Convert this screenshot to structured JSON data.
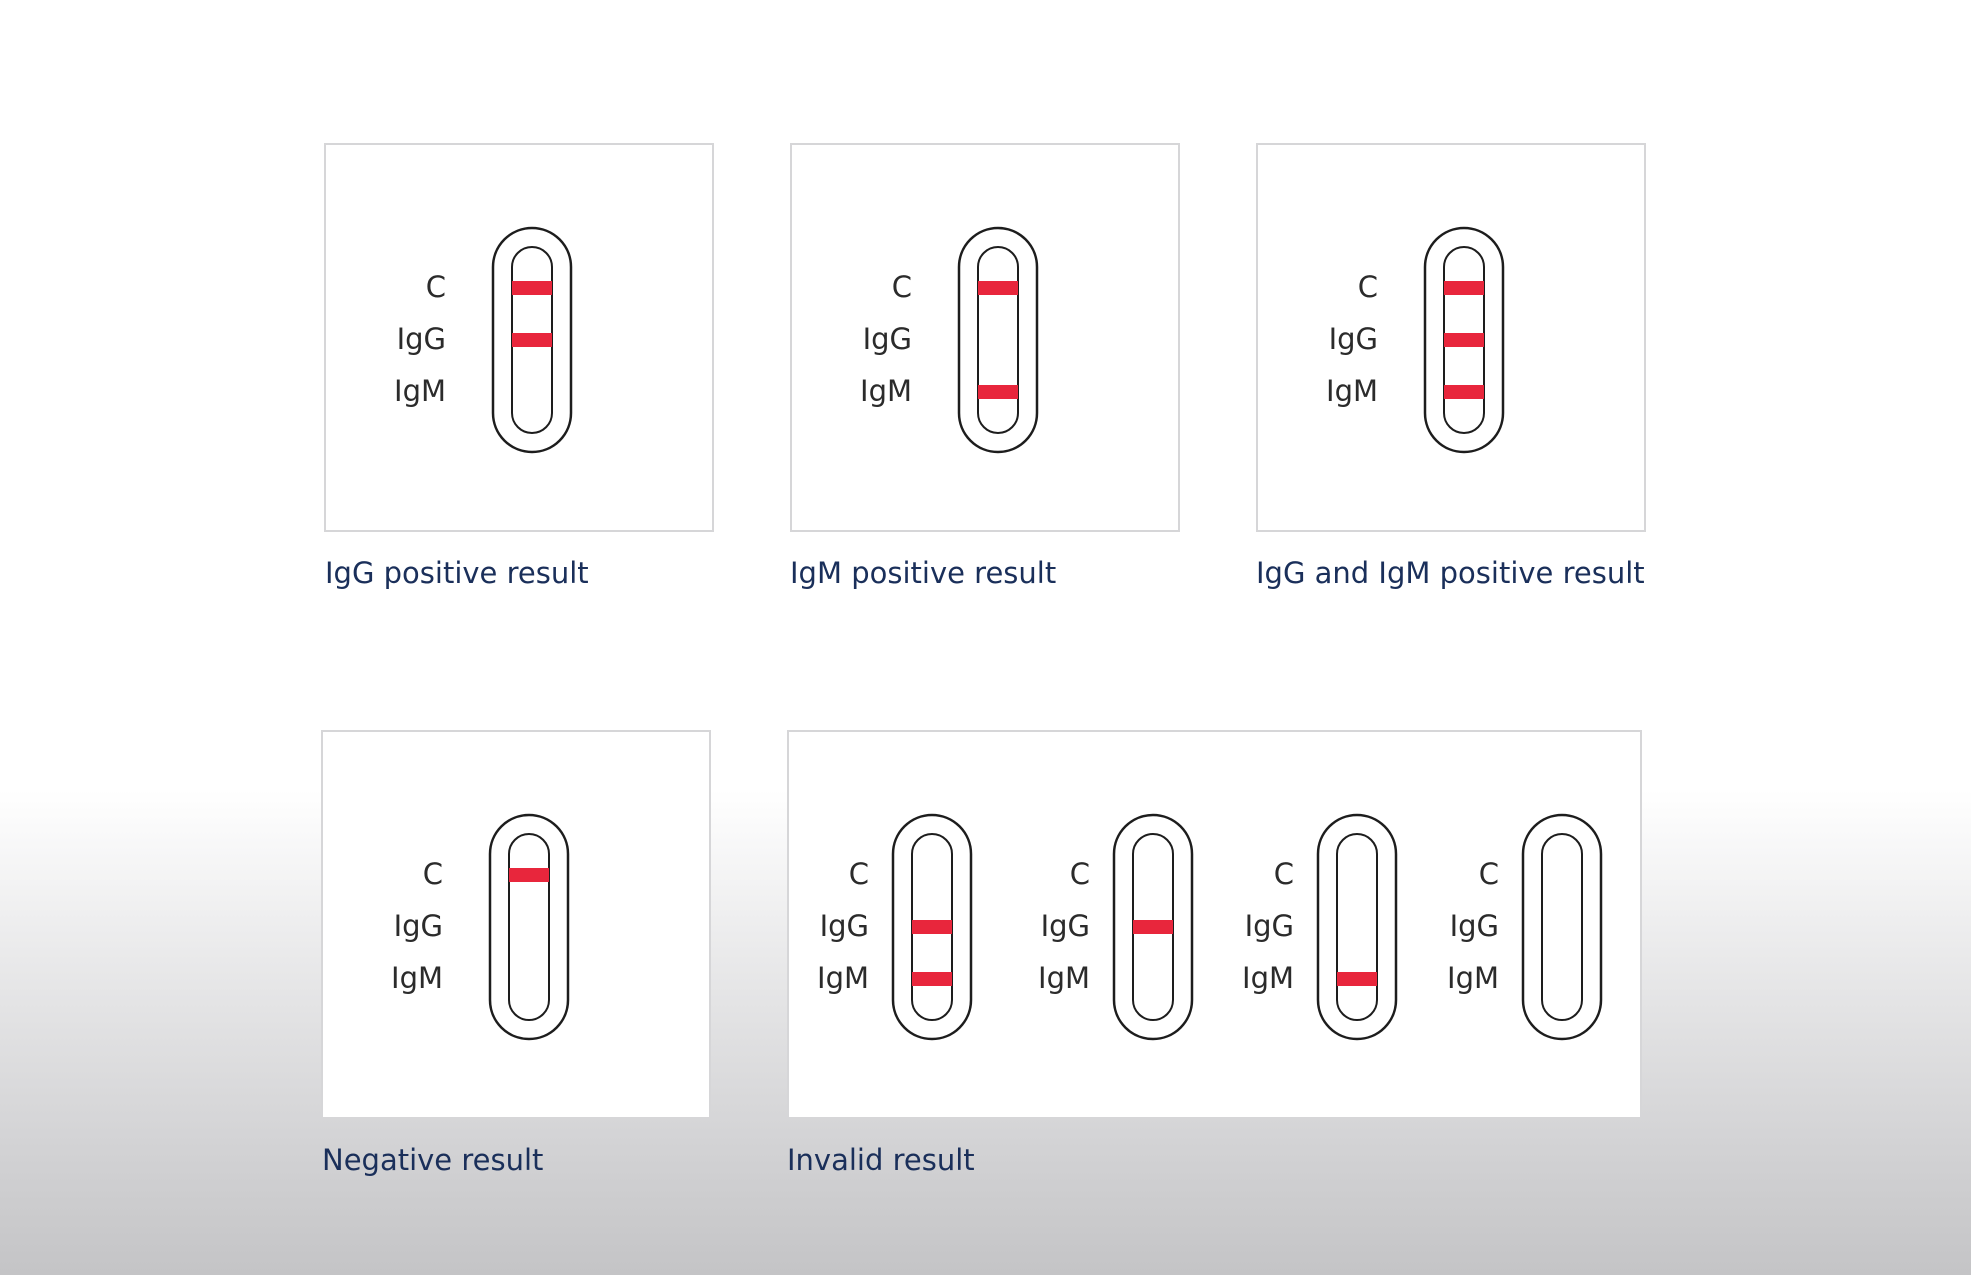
{
  "line_labels": {
    "c": "C",
    "igg": "IgG",
    "igm": "IgM"
  },
  "colors": {
    "band": "#e8263c",
    "outline": "#1d1d1d",
    "caption": "#1a2f5a",
    "panel_border": "#d6d6d8"
  },
  "results": [
    {
      "id": "igg-positive",
      "caption": "IgG positive result",
      "strips": [
        {
          "bands": {
            "c": true,
            "igg": true,
            "igm": false
          }
        }
      ]
    },
    {
      "id": "igm-positive",
      "caption": "IgM positive result",
      "strips": [
        {
          "bands": {
            "c": true,
            "igg": false,
            "igm": true
          }
        }
      ]
    },
    {
      "id": "igg-and-igm-positive",
      "caption": "IgG and IgM positive result",
      "strips": [
        {
          "bands": {
            "c": true,
            "igg": true,
            "igm": true
          }
        }
      ]
    },
    {
      "id": "negative",
      "caption": "Negative result",
      "strips": [
        {
          "bands": {
            "c": true,
            "igg": false,
            "igm": false
          }
        }
      ]
    },
    {
      "id": "invalid",
      "caption": "Invalid result",
      "strips": [
        {
          "bands": {
            "c": false,
            "igg": true,
            "igm": true
          }
        },
        {
          "bands": {
            "c": false,
            "igg": true,
            "igm": false
          }
        },
        {
          "bands": {
            "c": false,
            "igg": false,
            "igm": true
          }
        },
        {
          "bands": {
            "c": false,
            "igg": false,
            "igm": false
          }
        }
      ]
    }
  ]
}
